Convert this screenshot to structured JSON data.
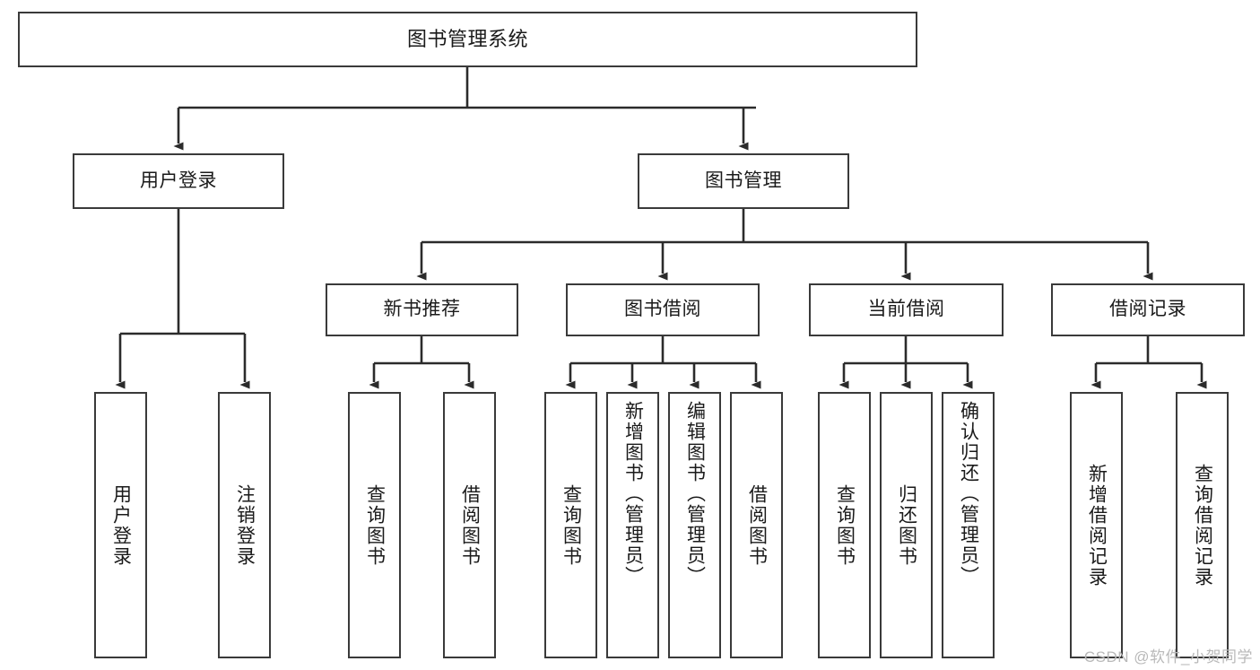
{
  "diagram": {
    "title": "图书管理系统",
    "type": "tree",
    "watermark": "CSDN @软件_小贺同学",
    "colors": {
      "box_border": "#3a3a3a",
      "box_fill": "#ffffff",
      "edge": "#2b2b2b",
      "text": "#1a1a1a",
      "watermark": "#b9b9b9",
      "background": "#ffffff"
    },
    "nodes": {
      "root": {
        "label": "图书管理系统"
      },
      "level2": [
        {
          "id": "user-login",
          "label": "用户登录"
        },
        {
          "id": "book-manage",
          "label": "图书管理"
        }
      ],
      "level3": [
        {
          "id": "new-book-rec",
          "label": "新书推荐"
        },
        {
          "id": "book-borrow",
          "label": "图书借阅"
        },
        {
          "id": "current-borrow",
          "label": "当前借阅"
        },
        {
          "id": "borrow-record",
          "label": "借阅记录"
        }
      ],
      "leaves": {
        "user_login": [
          {
            "id": "leaf-user-login",
            "label": "用户登录"
          },
          {
            "id": "leaf-logout-login",
            "label": "注销登录"
          }
        ],
        "new_book_rec": [
          {
            "id": "leaf-query-book-1",
            "label": "查询图书"
          },
          {
            "id": "leaf-borrow-book-1",
            "label": "借阅图书"
          }
        ],
        "book_borrow": [
          {
            "id": "leaf-query-book-2",
            "label": "查询图书"
          },
          {
            "id": "leaf-add-book",
            "label": "新增图书（管理员）"
          },
          {
            "id": "leaf-edit-book",
            "label": "编辑图书（管理员）"
          },
          {
            "id": "leaf-borrow-book-2",
            "label": "借阅图书"
          }
        ],
        "current_borrow": [
          {
            "id": "leaf-query-book-3",
            "label": "查询图书"
          },
          {
            "id": "leaf-return-book",
            "label": "归还图书"
          },
          {
            "id": "leaf-confirm-return",
            "label": "确认归还（管理员）"
          }
        ],
        "borrow_record": [
          {
            "id": "leaf-add-record",
            "label": "新增借阅记录"
          },
          {
            "id": "leaf-query-record",
            "label": "查询借阅记录"
          }
        ]
      }
    }
  }
}
